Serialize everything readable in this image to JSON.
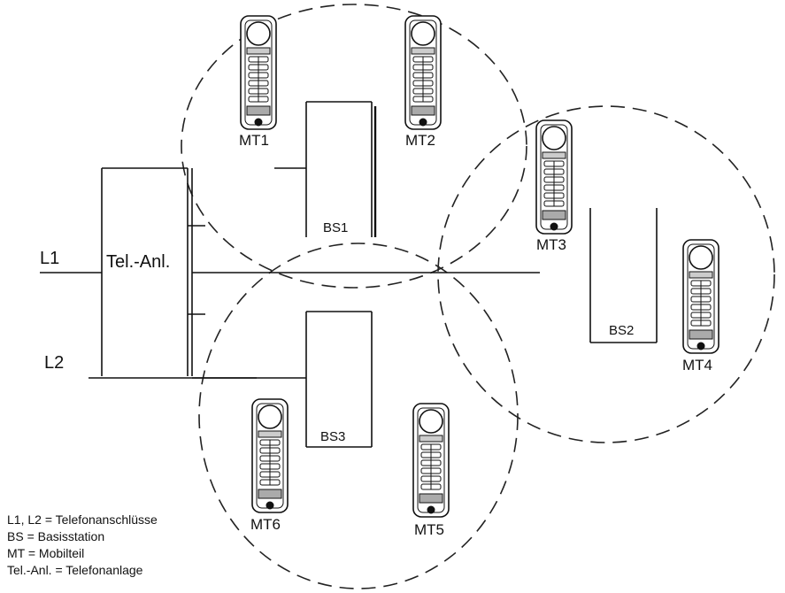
{
  "lines": {
    "l1": "L1",
    "l2": "L2"
  },
  "pbx": {
    "label": "Tel.-Anl."
  },
  "base_stations": {
    "bs1": "BS1",
    "bs2": "BS2",
    "bs3": "BS3"
  },
  "handsets": {
    "mt1": "MT1",
    "mt2": "MT2",
    "mt3": "MT3",
    "mt4": "MT4",
    "mt5": "MT5",
    "mt6": "MT6"
  },
  "legend": [
    "L1, L2 = Telefonanschlüsse",
    "BS = Basisstation",
    "MT = Mobilteil",
    "Tel.-Anl. = Telefonanlage"
  ]
}
